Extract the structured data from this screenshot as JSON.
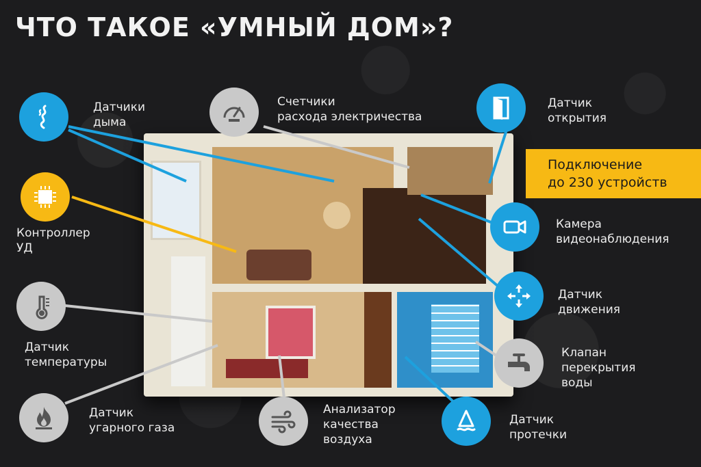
{
  "title": "ЧТО ТАКОЕ «УМНЫЙ ДОМ»?",
  "badge": {
    "line1": "Подключение",
    "line2": "до 230 устройств"
  },
  "colors": {
    "blue": "#1da1de",
    "yellow": "#f7b914",
    "gray": "#c9c9c9"
  },
  "items": [
    {
      "icon": "smoke-icon",
      "line1": "Датчики",
      "line2": "дыма",
      "line3": ""
    },
    {
      "icon": "meter-gauge-icon",
      "line1": "Счетчики",
      "line2": "расхода электричества",
      "line3": ""
    },
    {
      "icon": "door-icon",
      "line1": "Датчик",
      "line2": "открытия",
      "line3": ""
    },
    {
      "icon": "chip-icon",
      "line1": "Контроллер",
      "line2": "УД",
      "line3": ""
    },
    {
      "icon": "camera-icon",
      "line1": "Камера",
      "line2": "видеонаблюдения",
      "line3": ""
    },
    {
      "icon": "motion-arrows-icon",
      "line1": "Датчик",
      "line2": "движения",
      "line3": ""
    },
    {
      "icon": "thermometer-icon",
      "line1": "Датчик",
      "line2": "температуры",
      "line3": ""
    },
    {
      "icon": "water-valve-icon",
      "line1": "Клапан",
      "line2": "перекрытия",
      "line3": "воды"
    },
    {
      "icon": "flame-icon",
      "line1": "Датчик",
      "line2": "угарного газа",
      "line3": ""
    },
    {
      "icon": "wind-icon",
      "line1": "Анализатор",
      "line2": "качества",
      "line3": "воздуха"
    },
    {
      "icon": "water-leak-icon",
      "line1": "Датчик",
      "line2": "протечки",
      "line3": ""
    }
  ]
}
